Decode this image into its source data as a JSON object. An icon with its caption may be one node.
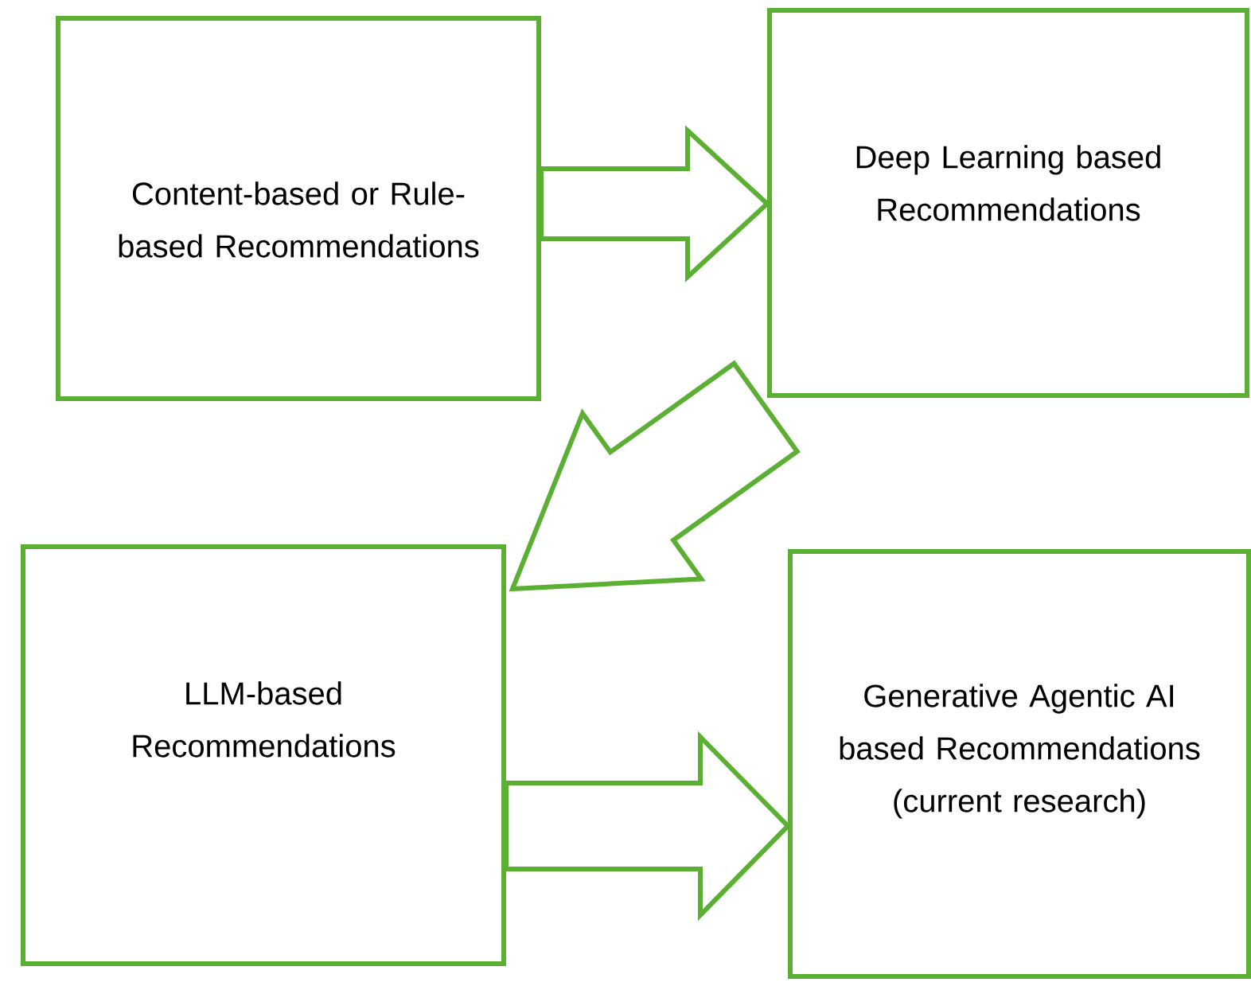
{
  "diagram": {
    "nodes": [
      {
        "text": [
          "Content-based or Rule-based Recommendations"
        ]
      },
      {
        "text": [
          "Deep Learning based Recommendations"
        ]
      },
      {
        "text": [
          "LLM-based Recommendations"
        ]
      },
      {
        "text": [
          "Generative Agentic AI based Recommendations (current research)"
        ]
      }
    ],
    "edges": [
      {
        "from": 0,
        "to": 1,
        "arrow": "to"
      },
      {
        "from": 1,
        "to": 2,
        "arrow": "to"
      },
      {
        "from": 2,
        "to": 3,
        "arrow": "to"
      }
    ]
  }
}
